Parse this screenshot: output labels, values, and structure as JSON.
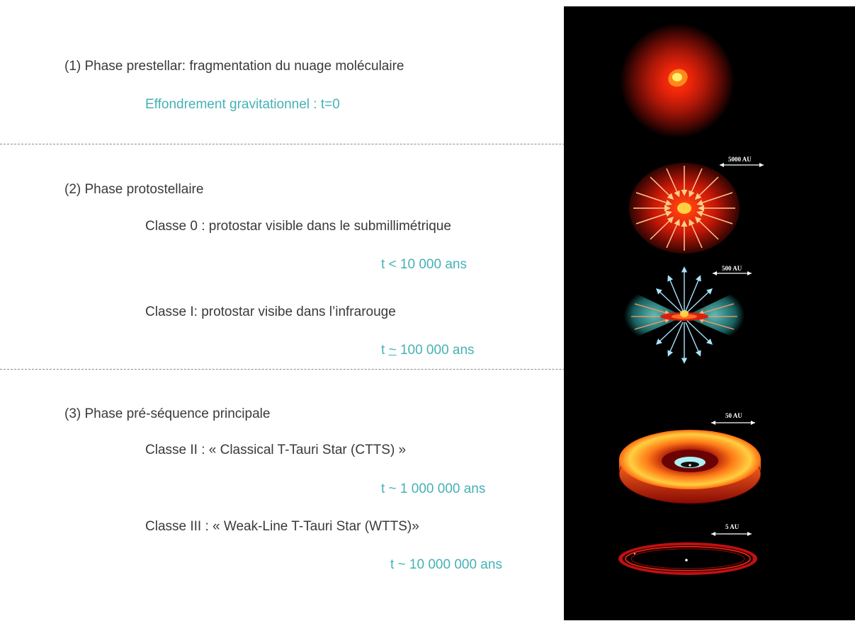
{
  "phases": [
    {
      "title": "(1)  Phase prestellar: fragmentation du nuage moléculaire",
      "subtitle": "Effondrement gravitationnel : t=0"
    },
    {
      "title": "(2)  Phase protostellaire",
      "classes": [
        {
          "label": "Classe 0 :  protostar visible dans le submillimétrique",
          "time": "t < 10 000 ans"
        },
        {
          "label": "Classe I:  protostar visibe dans l’infrarouge",
          "time_prefix": "t ",
          "time_symbol": "~",
          "time_suffix": " 100 000 ans"
        }
      ]
    },
    {
      "title": "(3)  Phase pré-séquence principale",
      "classes": [
        {
          "label": "Classe II : « Classical T-Tauri Star (CTTS) »",
          "time": "t ~ 1 000 000 ans"
        },
        {
          "label": "Classe III : « Weak-Line T-Tauri Star (WTTS)»",
          "time": "t ~ 10 000 000 ans"
        }
      ]
    }
  ],
  "images": {
    "class0_scale": "5000 AU",
    "class1_scale": "500 AU",
    "class2_scale": "50 AU",
    "class3_scale": "5 AU"
  },
  "colors": {
    "text": "#3a3a3a",
    "accent_teal": "#45b1b6",
    "panel_background": "#000000"
  }
}
